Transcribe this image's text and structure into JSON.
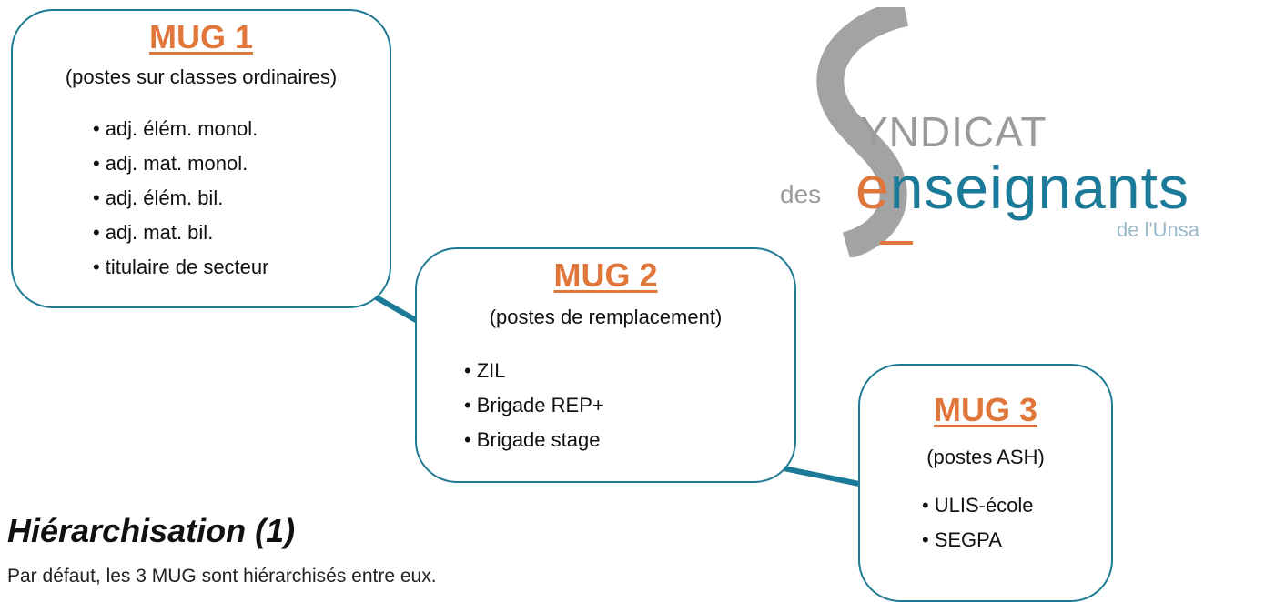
{
  "diagram": {
    "mug1": {
      "title": "MUG 1",
      "subtitle": "(postes sur classes ordinaires)",
      "items": [
        "adj. élém. monol.",
        "adj. mat. monol.",
        "adj. élém. bil.",
        "adj. mat. bil.",
        "titulaire de secteur"
      ]
    },
    "mug2": {
      "title": "MUG 2",
      "subtitle": "(postes de remplacement)",
      "items": [
        "ZIL",
        "Brigade REP+",
        "Brigade stage"
      ]
    },
    "mug3": {
      "title": "MUG 3",
      "subtitle": "(postes ASH)",
      "items": [
        "ULIS-école",
        "SEGPA"
      ]
    }
  },
  "heading": "Hiérarchisation (1)",
  "caption": "Par défaut, les 3 MUG sont hiérarchisés entre eux.",
  "logo": {
    "syndicat": "YNDICAT",
    "des": "des",
    "enseignants_first": "e",
    "enseignants_rest": "nseignants",
    "unsa": "de l'Unsa"
  },
  "colors": {
    "accent_orange": "#e0763a",
    "accent_teal": "#1a7a97",
    "box_border": "#1f7a94",
    "logo_gray": "#9a9a9a"
  }
}
